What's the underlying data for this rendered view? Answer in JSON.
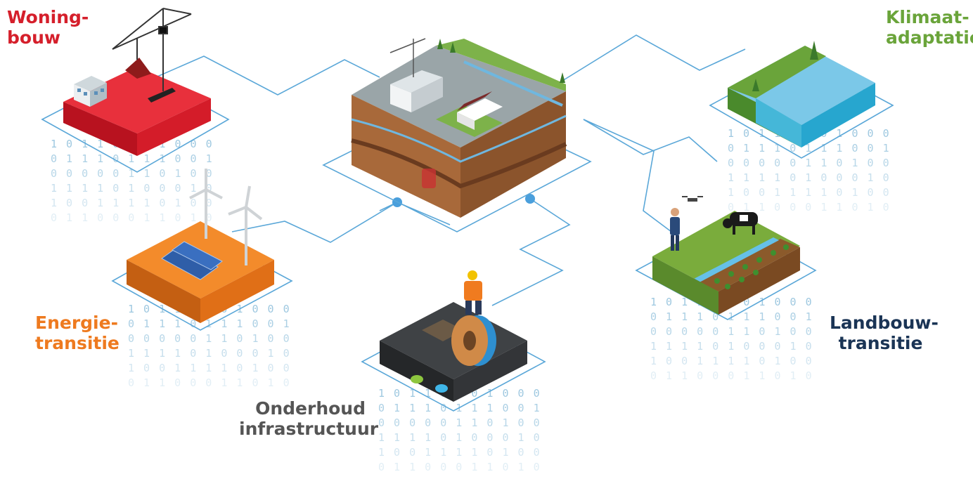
{
  "colors": {
    "woningbouw": "#d51f2b",
    "klimaat": "#6aa43a",
    "energie": "#ee7a1f",
    "infra": "#555555",
    "landbouw": "#1a3455",
    "connector": "#5aa7d8",
    "node": "#4a9fdc"
  },
  "labels": {
    "woningbouw": [
      "Woning-",
      "bouw"
    ],
    "klimaat": [
      "Klimaat-",
      "adaptatie"
    ],
    "energie": [
      "Energie-",
      "transitie"
    ],
    "infra": [
      "Onderhoud",
      "infrastructuur"
    ],
    "landbouw": [
      "Landbouw-",
      "transitie"
    ]
  },
  "binary_rows": [
    "1 0 1 1 0 0 0 1 0 0 0",
    "0 1 1 1 0 1 1 1 0 0 1",
    "0 0 0 0 0 1 1 0 1 0 0",
    "1 1 1 1 0 1 0 0 0 1 0",
    "1 0 0 1 1 1 1 0 1 0 0",
    "0 1 1 0 0 0 1 1 0 1 0"
  ],
  "icons": [
    "construction-crane-icon",
    "house-icon",
    "wind-turbine-icon",
    "solar-panel-icon",
    "cable-reel-icon",
    "worker-icon",
    "cow-icon",
    "drone-icon",
    "farmer-icon",
    "tree-icon",
    "water-icon"
  ]
}
